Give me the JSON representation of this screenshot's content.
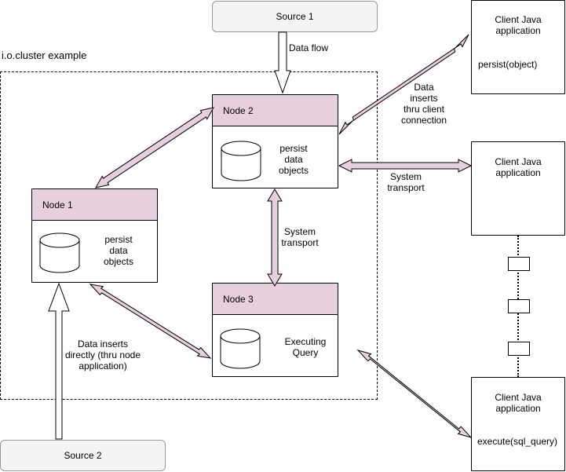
{
  "cluster": {
    "label": "i.o.cluster example"
  },
  "sources": {
    "source1": "Source 1",
    "source2": "Source 2"
  },
  "nodes": {
    "node1": {
      "title": "Node 1",
      "text": "persist\ndata\nobjects"
    },
    "node2": {
      "title": "Node 2",
      "text": "persist\ndata\nobjects"
    },
    "node3": {
      "title": "Node 3",
      "text": "Executing\nQuery"
    }
  },
  "clients": {
    "client1": {
      "title": "Client Java\napplication",
      "text": "persist(object)"
    },
    "client2": {
      "title": "Client Java\napplication"
    },
    "client3": {
      "title": "Client Java\napplication",
      "text": "execute(sql_query)"
    }
  },
  "labels": {
    "data_flow": "Data flow",
    "data_inserts_client": "Data\ninserts\nthru client\nconnection",
    "system_transport_right": "System\ntransport",
    "system_transport_center": "System\ntransport",
    "data_inserts_direct": "Data inserts\ndirectly (thru node\napplication)"
  },
  "colors": {
    "node_header": "#e6d0de",
    "arrow_fill": "#e6d0de",
    "source_fill": "#f4f4f4",
    "stroke": "#000000"
  },
  "icons": [
    "database-icon"
  ]
}
